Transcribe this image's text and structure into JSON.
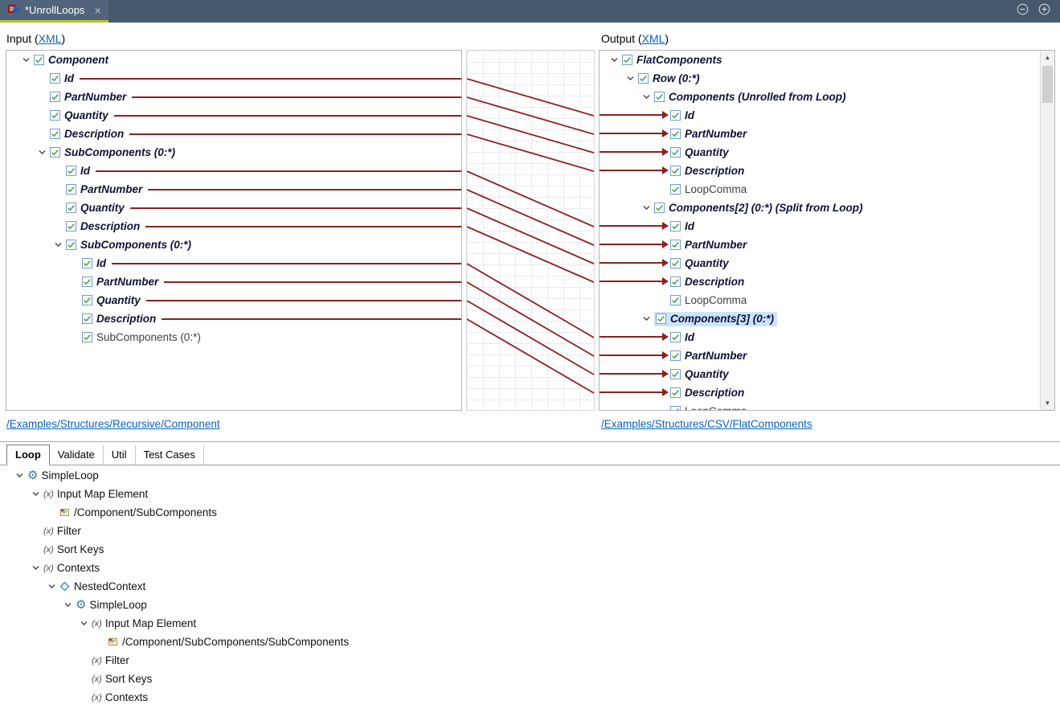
{
  "titlebar": {
    "tab_title": "*UnrollLoops",
    "close_glyph": "×"
  },
  "io_headers": {
    "input_prefix": "Input (",
    "input_link": "XML",
    "input_suffix": ")",
    "output_prefix": "Output (",
    "output_link": "XML",
    "output_suffix": ")"
  },
  "left_tree": {
    "footer_link": "/Examples/Structures/Recursive/Component",
    "rows": [
      {
        "label": "Component",
        "level": 0,
        "chevron": true,
        "style": "bold"
      },
      {
        "label": "Id",
        "level": 1,
        "style": "bold",
        "wire": true
      },
      {
        "label": "PartNumber",
        "level": 1,
        "style": "bold",
        "wire": true
      },
      {
        "label": "Quantity",
        "level": 1,
        "style": "bold",
        "wire": true
      },
      {
        "label": "Description",
        "level": 1,
        "style": "bold",
        "wire": true
      },
      {
        "label": "SubComponents (0:*)",
        "level": 1,
        "chevron": true,
        "style": "bold"
      },
      {
        "label": "Id",
        "level": 2,
        "style": "bold",
        "wire": true
      },
      {
        "label": "PartNumber",
        "level": 2,
        "style": "bold",
        "wire": true
      },
      {
        "label": "Quantity",
        "level": 2,
        "style": "bold",
        "wire": true
      },
      {
        "label": "Description",
        "level": 2,
        "style": "bold",
        "wire": true
      },
      {
        "label": "SubComponents (0:*)",
        "level": 2,
        "chevron": true,
        "style": "bold"
      },
      {
        "label": "Id",
        "level": 3,
        "style": "bold",
        "wire": true
      },
      {
        "label": "PartNumber",
        "level": 3,
        "style": "bold",
        "wire": true
      },
      {
        "label": "Quantity",
        "level": 3,
        "style": "bold",
        "wire": true
      },
      {
        "label": "Description",
        "level": 3,
        "style": "bold",
        "wire": true
      },
      {
        "label": "SubComponents (0:*)",
        "level": 3,
        "style": "gray"
      }
    ]
  },
  "right_tree": {
    "footer_link": "/Examples/Structures/CSV/FlatComponents",
    "rows": [
      {
        "label": "FlatComponents",
        "level": 0,
        "chevron": true,
        "style": "bold"
      },
      {
        "label": "Row (0:*)",
        "level": 1,
        "chevron": true,
        "style": "bold"
      },
      {
        "label": "Components (Unrolled from Loop)",
        "level": 2,
        "chevron": true,
        "style": "bold"
      },
      {
        "label": "Id",
        "level": 3,
        "style": "bold",
        "arrow": true
      },
      {
        "label": "PartNumber",
        "level": 3,
        "style": "bold",
        "arrow": true
      },
      {
        "label": "Quantity",
        "level": 3,
        "style": "bold",
        "arrow": true
      },
      {
        "label": "Description",
        "level": 3,
        "style": "bold",
        "arrow": true
      },
      {
        "label": "LoopComma",
        "level": 3,
        "style": "gray"
      },
      {
        "label": "Components[2] (0:*) (Split from Loop)",
        "level": 2,
        "chevron": true,
        "style": "bold"
      },
      {
        "label": "Id",
        "level": 3,
        "style": "bold",
        "arrow": true
      },
      {
        "label": "PartNumber",
        "level": 3,
        "style": "bold",
        "arrow": true
      },
      {
        "label": "Quantity",
        "level": 3,
        "style": "bold",
        "arrow": true
      },
      {
        "label": "Description",
        "level": 3,
        "style": "bold",
        "arrow": true
      },
      {
        "label": "LoopComma",
        "level": 3,
        "style": "gray"
      },
      {
        "label": "Components[3] (0:*)",
        "level": 2,
        "chevron": true,
        "style": "bold",
        "selected": true
      },
      {
        "label": "Id",
        "level": 3,
        "style": "bold",
        "arrow": true
      },
      {
        "label": "PartNumber",
        "level": 3,
        "style": "bold",
        "arrow": true
      },
      {
        "label": "Quantity",
        "level": 3,
        "style": "bold",
        "arrow": true
      },
      {
        "label": "Description",
        "level": 3,
        "style": "bold",
        "arrow": true
      },
      {
        "label": "LoopComma",
        "level": 3,
        "style": "gray"
      }
    ]
  },
  "mappings": [
    [
      1,
      3
    ],
    [
      2,
      4
    ],
    [
      3,
      5
    ],
    [
      4,
      6
    ],
    [
      6,
      9
    ],
    [
      7,
      10
    ],
    [
      8,
      11
    ],
    [
      9,
      12
    ],
    [
      11,
      15
    ],
    [
      12,
      16
    ],
    [
      13,
      17
    ],
    [
      14,
      18
    ]
  ],
  "bottom": {
    "tabs": [
      {
        "label": "Loop",
        "active": true
      },
      {
        "label": "Validate",
        "active": false
      },
      {
        "label": "Util",
        "active": false
      },
      {
        "label": "Test Cases",
        "active": false
      }
    ],
    "tree": [
      {
        "label": "SimpleLoop",
        "level": 0,
        "chevron": true,
        "icon": "gear"
      },
      {
        "label": "Input Map Element",
        "level": 1,
        "chevron": true,
        "icon": "fx"
      },
      {
        "label": "/Component/SubComponents",
        "level": 2,
        "icon": "map"
      },
      {
        "label": "Filter",
        "level": 1,
        "icon": "fx"
      },
      {
        "label": "Sort Keys",
        "level": 1,
        "icon": "fx"
      },
      {
        "label": "Contexts",
        "level": 1,
        "chevron": true,
        "icon": "fx"
      },
      {
        "label": "NestedContext",
        "level": 2,
        "chevron": true,
        "icon": "context"
      },
      {
        "label": "SimpleLoop",
        "level": 3,
        "chevron": true,
        "icon": "gear"
      },
      {
        "label": "Input Map Element",
        "level": 4,
        "chevron": true,
        "icon": "fx"
      },
      {
        "label": "/Component/SubComponents/SubComponents",
        "level": 5,
        "icon": "map"
      },
      {
        "label": "Filter",
        "level": 4,
        "icon": "fx"
      },
      {
        "label": "Sort Keys",
        "level": 4,
        "icon": "fx"
      },
      {
        "label": "Contexts",
        "level": 4,
        "icon": "fx"
      }
    ]
  },
  "colors": {
    "wire": "#8b2121",
    "link": "#0a62c3",
    "selection": "#cbe4f9",
    "tab_underline": "#b9c426",
    "titlebar": "#45586c"
  }
}
